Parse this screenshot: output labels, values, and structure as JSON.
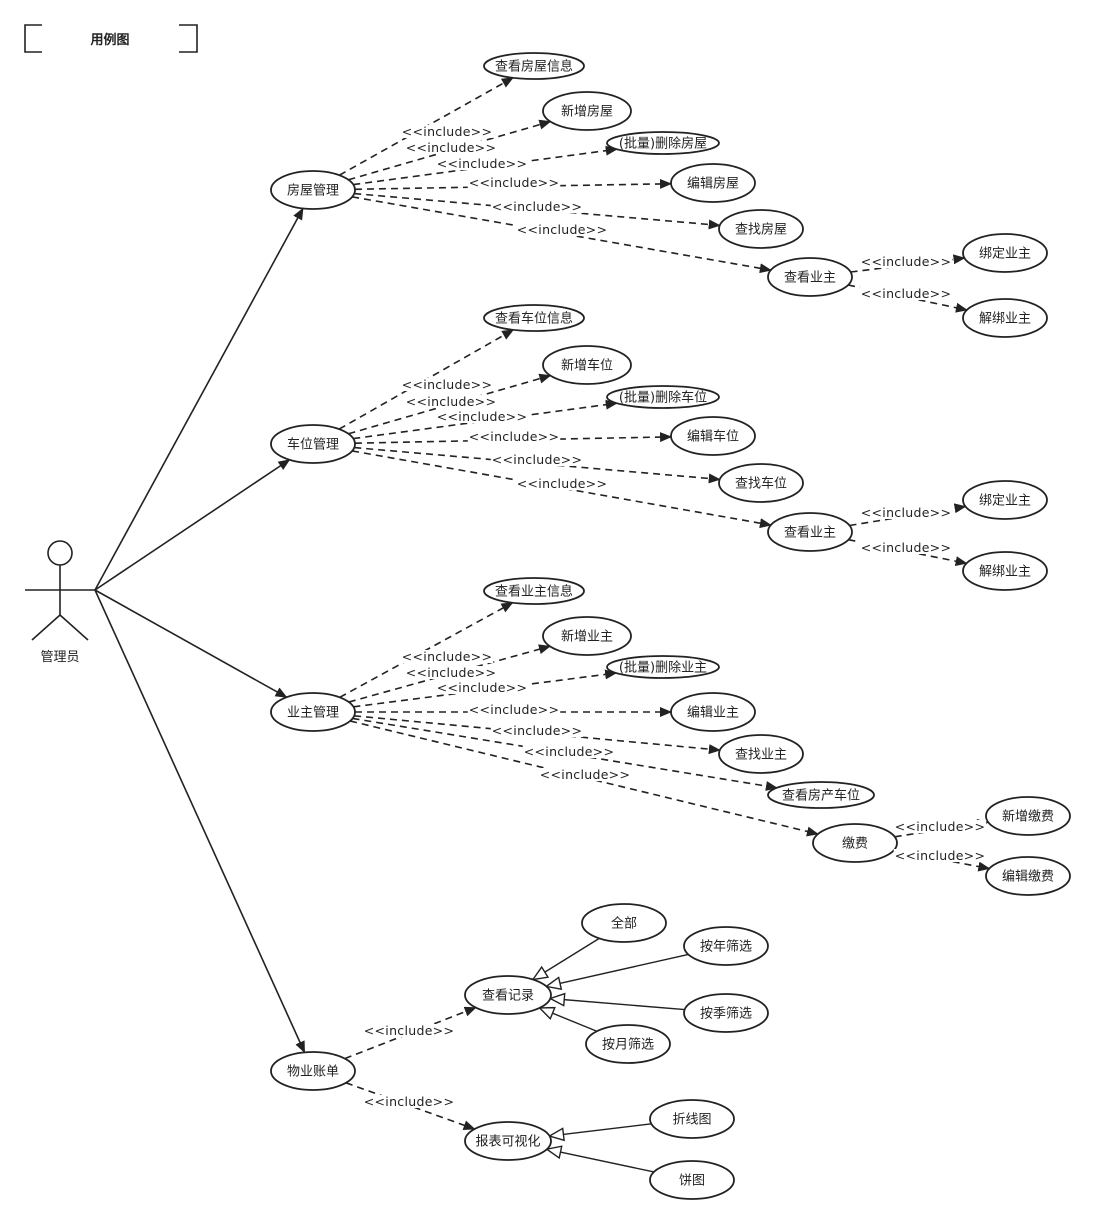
{
  "frame": {
    "title": "用例图"
  },
  "actor": {
    "name": "管理员"
  },
  "include_label": "<<include>>",
  "use_cases": {
    "house_mgmt": "房屋管理",
    "parking_mgmt": "车位管理",
    "owner_mgmt": "业主管理",
    "bill": "物业账单",
    "h_view": "查看房屋信息",
    "h_add": "新增房屋",
    "h_del": "(批量)删除房屋",
    "h_edit": "编辑房屋",
    "h_find": "查找房屋",
    "h_owner": "查看业主",
    "h_bind": "绑定业主",
    "h_unbind": "解绑业主",
    "p_view": "查看车位信息",
    "p_add": "新增车位",
    "p_del": "(批量)删除车位",
    "p_edit": "编辑车位",
    "p_find": "查找车位",
    "p_owner": "查看业主",
    "p_bind": "绑定业主",
    "p_unbind": "解绑业主",
    "o_view": "查看业主信息",
    "o_add": "新增业主",
    "o_del": "(批量)删除业主",
    "o_edit": "编辑业主",
    "o_find": "查找业主",
    "o_prop": "查看房产车位",
    "o_pay": "缴费",
    "o_pay_add": "新增缴费",
    "o_pay_edit": "编辑缴费",
    "b_records": "查看记录",
    "b_all": "全部",
    "b_year": "按年筛选",
    "b_quarter": "按季筛选",
    "b_month": "按月筛选",
    "b_report": "报表可视化",
    "b_line": "折线图",
    "b_pie": "饼图"
  }
}
